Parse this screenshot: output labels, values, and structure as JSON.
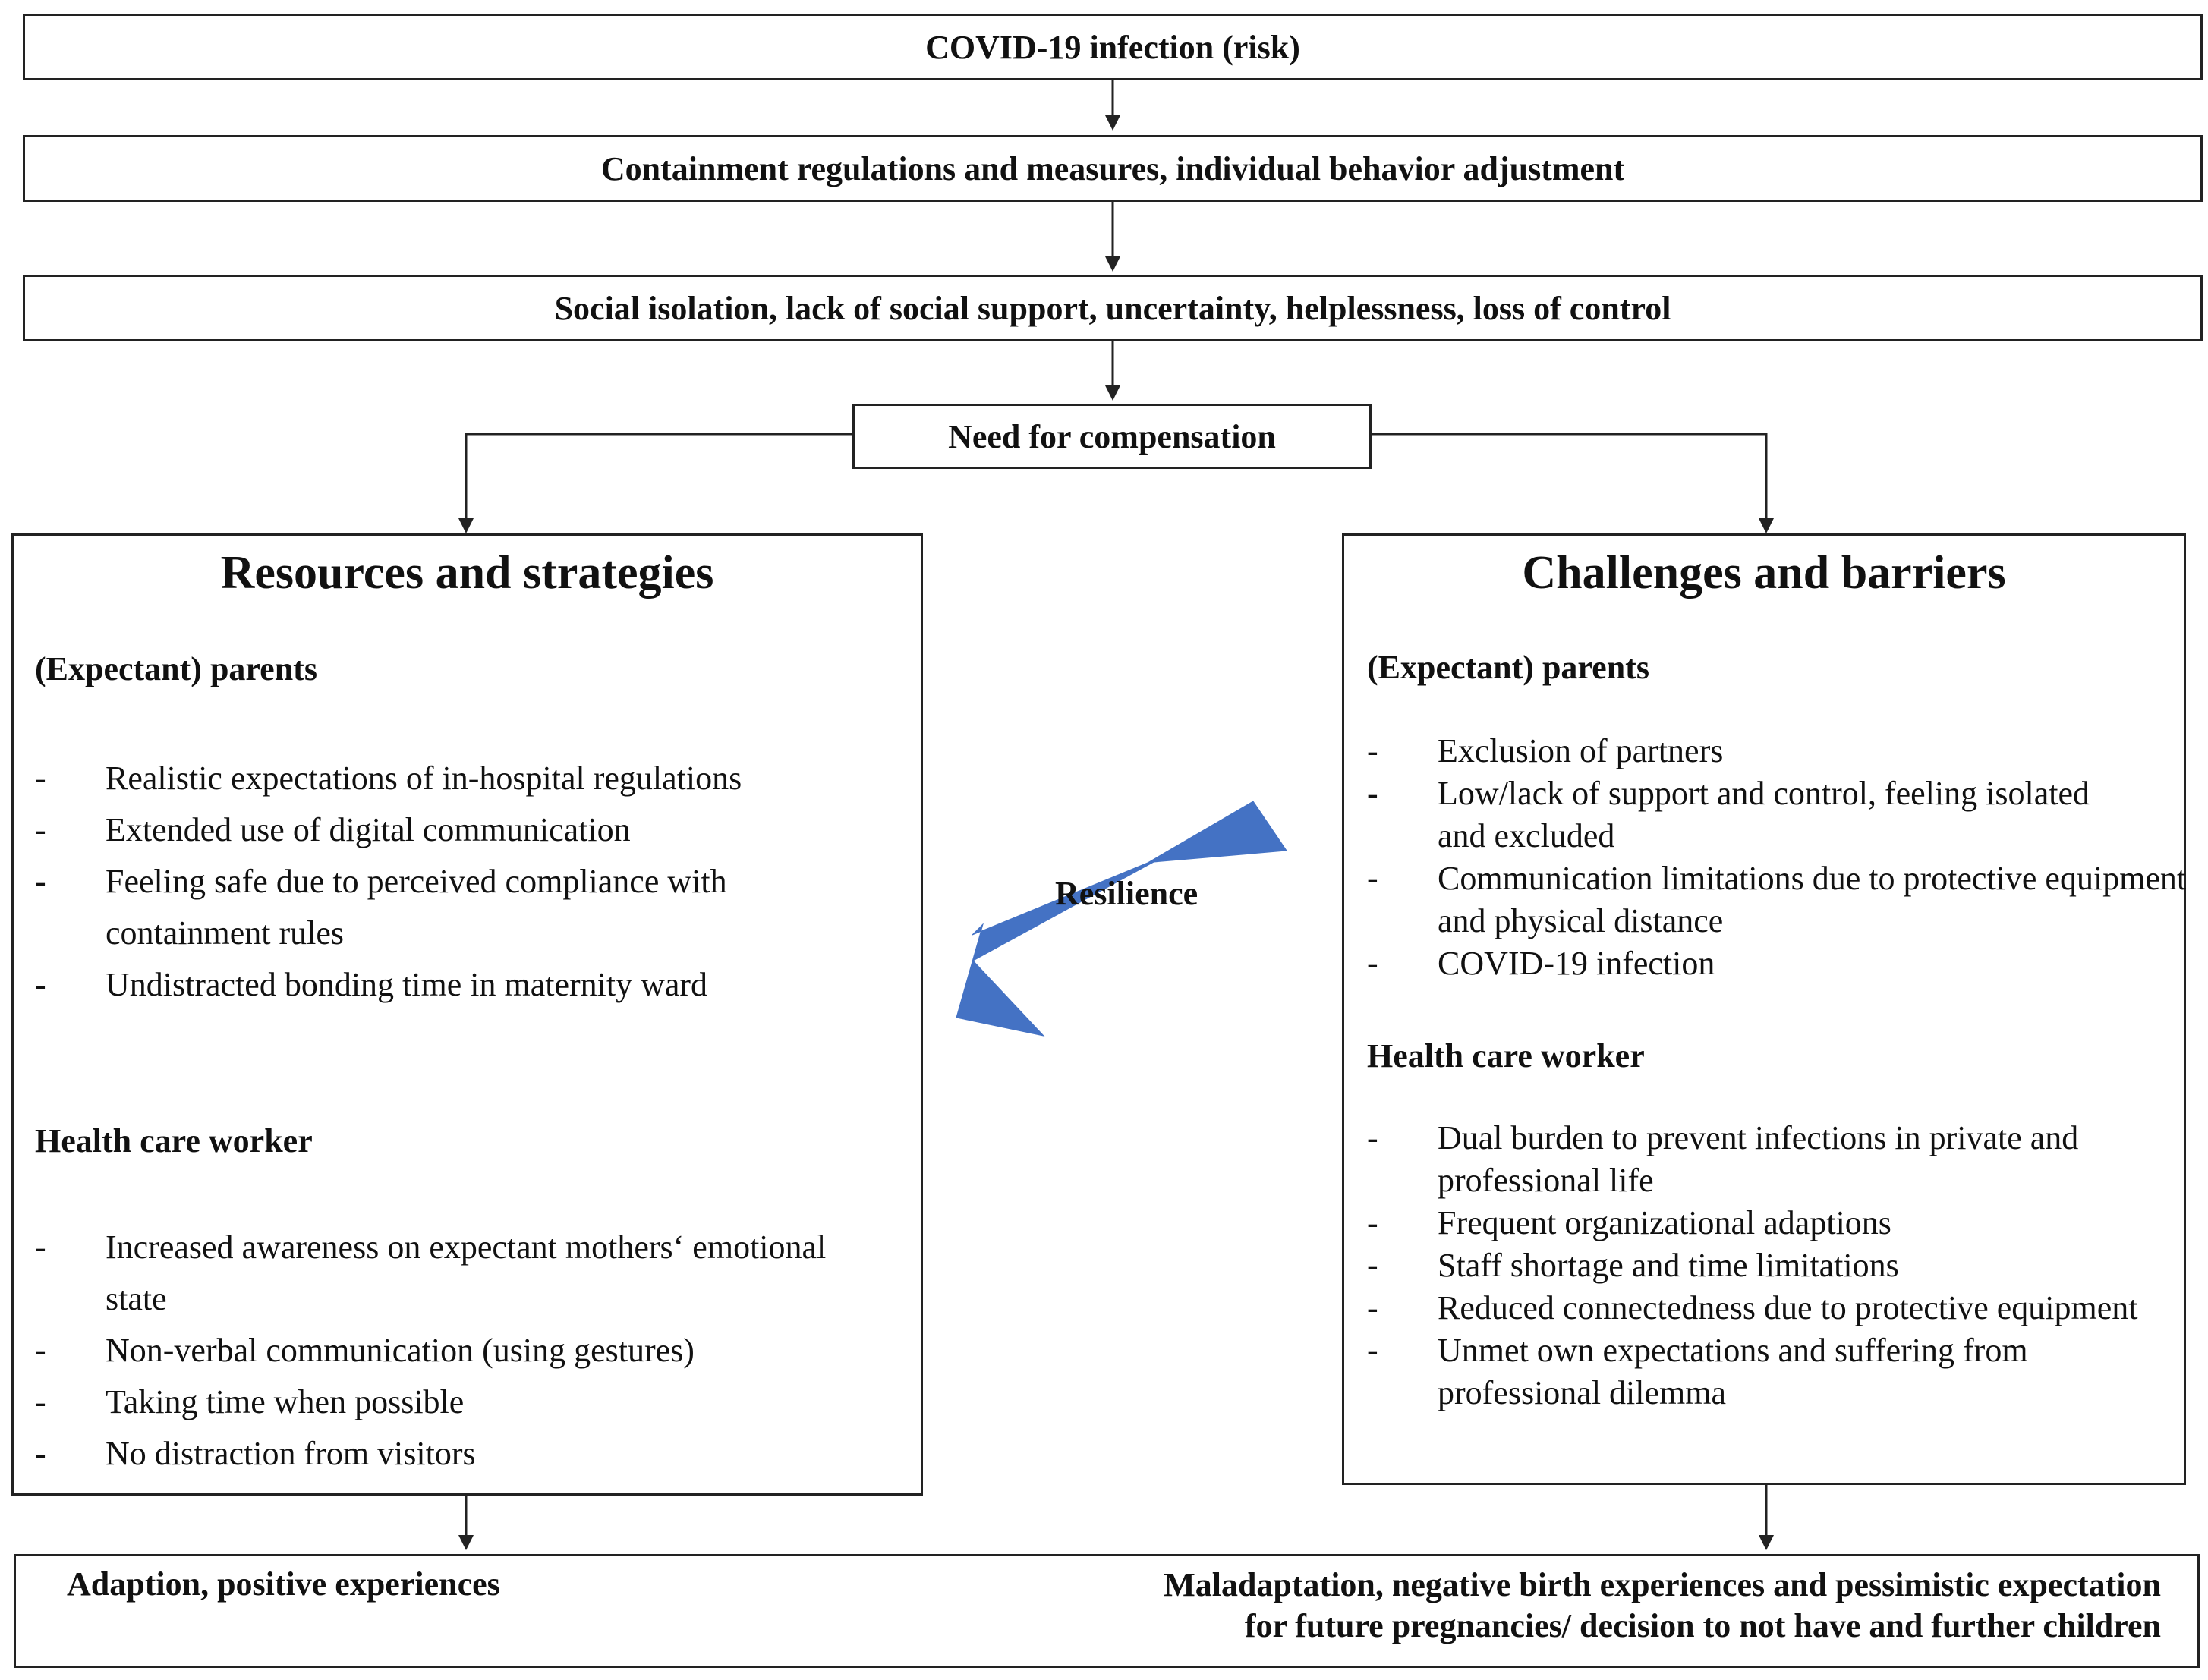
{
  "flow": {
    "step1": "COVID-19 infection (risk)",
    "step2": "Containment regulations and measures, individual behavior adjustment",
    "step3": "Social isolation, lack of social support, uncertainty, helplessness, loss of control",
    "step4": "Need for compensation"
  },
  "resources": {
    "title": "Resources and strategies",
    "parents_heading": "(Expectant) parents",
    "parents_items": [
      "Realistic expectations of in-hospital regulations",
      "Extended use of digital communication",
      "Feeling safe due to perceived compliance with containment rules",
      "Undistracted bonding time in maternity ward"
    ],
    "hcw_heading": "Health care worker",
    "hcw_items": [
      "Increased awareness on expectant mothers‘ emotional state",
      "Non-verbal communication (using gestures)",
      "Taking time when possible",
      "No distraction from visitors"
    ]
  },
  "challenges": {
    "title": "Challenges and barriers",
    "parents_heading": "(Expectant) parents",
    "parents_items": [
      "Exclusion of partners",
      "Low/lack of support and control, feeling isolated and excluded",
      "Communication limitations due to protective equipment and physical distance",
      "COVID-19 infection"
    ],
    "hcw_heading": "Health care worker",
    "hcw_items": [
      "Dual burden to prevent infections in private and professional life",
      "Frequent organizational adaptions",
      "Staff shortage and time limitations",
      "Reduced connectedness due to protective equipment",
      "Unmet own expectations and suffering from professional dilemma"
    ]
  },
  "resilience_label": "Resilience",
  "outcomes": {
    "positive": "Adaption, positive experiences",
    "negative_line1": "Maladaptation, negative birth experiences and pessimistic expectation",
    "negative_line2": "for future pregnancies/ decision to not have and further children"
  },
  "colors": {
    "arrow_blue": "#4472C4",
    "border": "#222222"
  }
}
